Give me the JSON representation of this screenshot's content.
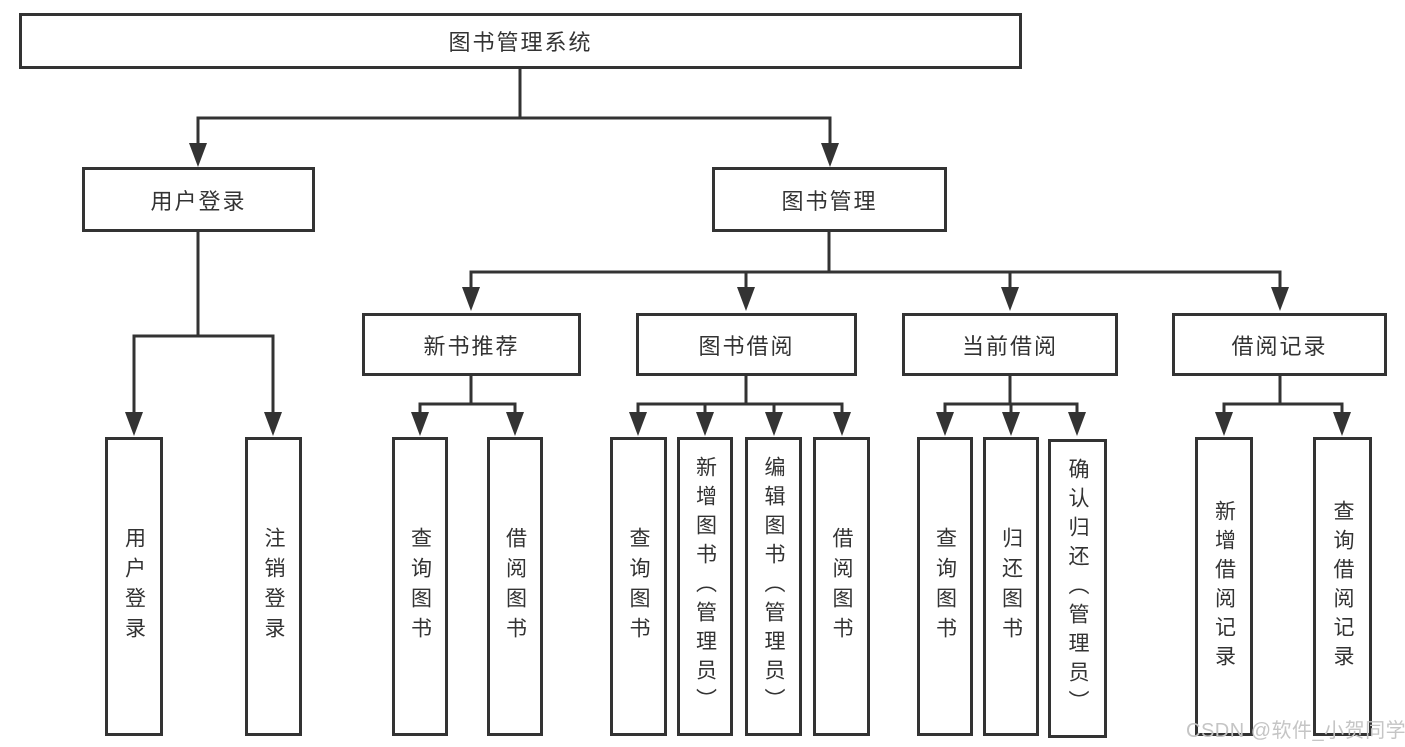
{
  "colors": {
    "line": "#333333",
    "text": "#333333",
    "background": "#ffffff",
    "watermark": "#c5c5c5"
  },
  "tree": {
    "label": "图书管理系统",
    "children": [
      {
        "label": "用户登录",
        "children": [
          {
            "label": "用户登录"
          },
          {
            "label": "注销登录"
          }
        ]
      },
      {
        "label": "图书管理",
        "children": [
          {
            "label": "新书推荐",
            "children": [
              {
                "label": "查询图书"
              },
              {
                "label": "借阅图书"
              }
            ]
          },
          {
            "label": "图书借阅",
            "children": [
              {
                "label": "查询图书"
              },
              {
                "label": "新增图书（管理员）"
              },
              {
                "label": "编辑图书（管理员）"
              },
              {
                "label": "借阅图书"
              }
            ]
          },
          {
            "label": "当前借阅",
            "children": [
              {
                "label": "查询图书"
              },
              {
                "label": "归还图书"
              },
              {
                "label": "确认归还（管理员）"
              }
            ]
          },
          {
            "label": "借阅记录",
            "children": [
              {
                "label": "新增借阅记录"
              },
              {
                "label": "查询借阅记录"
              }
            ]
          }
        ]
      }
    ]
  },
  "watermark": {
    "text": "CSDN @软件_小贺同学"
  }
}
